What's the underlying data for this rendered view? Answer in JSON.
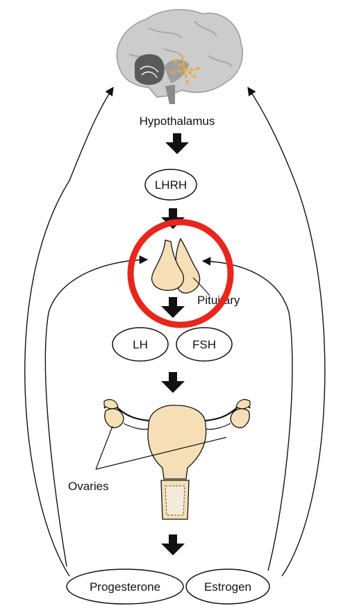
{
  "labels": {
    "hypothalamus": "Hypothalamus",
    "lhrh": "LHRH",
    "pituitary": "Pituitary",
    "lh": "LH",
    "fsh": "FSH",
    "ovaries": "Ovaries",
    "progesterone": "Progesterone",
    "estrogen": "Estrogen"
  },
  "colors": {
    "highlight_circle": "#e8261c",
    "organ_fill": "#f6dfb6",
    "brain_gray": "#c9c9c9",
    "brain_dark": "#5a5a5a",
    "hypothalamus_marker": "#f0a830",
    "ink": "#111111"
  }
}
